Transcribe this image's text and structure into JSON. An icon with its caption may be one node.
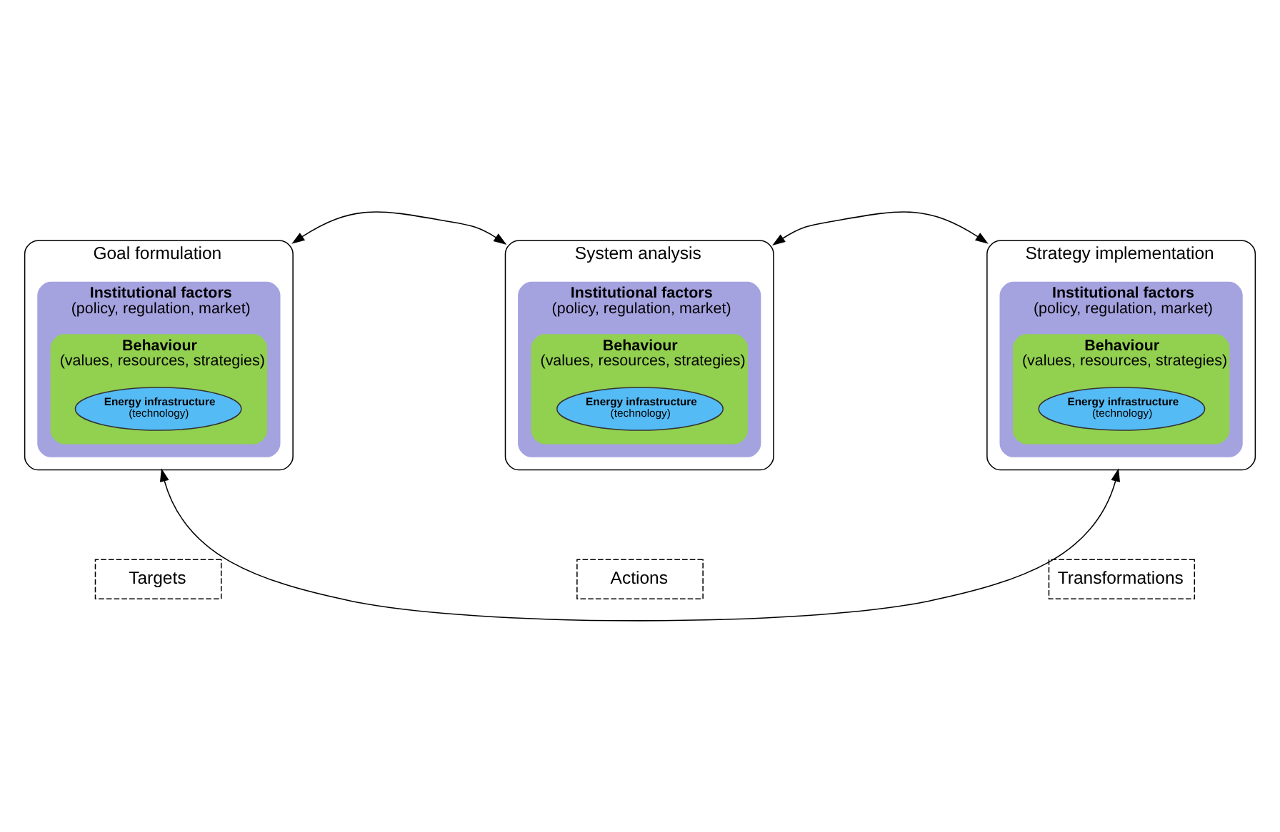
{
  "diagram": {
    "nodes": [
      {
        "text": [
          "Goal formulation"
        ]
      },
      {
        "text": [
          "Institutional factors",
          "(policy, regulation, market)"
        ],
        "in": 0
      },
      {
        "text": [
          "Behaviour",
          "(values, resources, strategies)"
        ],
        "in": 1
      },
      {
        "text": [
          "Energy infrastructure",
          "(technology)"
        ],
        "in": 2
      },
      {
        "text": [
          "System analysis"
        ]
      },
      {
        "text": [
          "Institutional factors",
          "(policy, regulation, market)"
        ],
        "in": 4
      },
      {
        "text": [
          "Behaviour",
          "(values, resources, strategies)"
        ],
        "in": 5
      },
      {
        "text": [
          "Energy infrastructure",
          "(technology)"
        ],
        "in": 6
      },
      {
        "text": [
          "Strategy implementation"
        ]
      },
      {
        "text": [
          "Institutional factors",
          "(policy, regulation, market)"
        ],
        "in": 8
      },
      {
        "text": [
          "Behaviour",
          "(values, resources, strategies)"
        ],
        "in": 9
      },
      {
        "text": [
          "Energy infrastructure",
          "(technology)"
        ],
        "in": 10
      },
      {
        "text": [
          "Targets"
        ]
      },
      {
        "text": [
          "Actions"
        ]
      },
      {
        "text": [
          "Transformations"
        ]
      }
    ],
    "edges": [
      {
        "from": 0,
        "to": 4,
        "arrow": "both"
      },
      {
        "from": 4,
        "to": 8,
        "arrow": "both"
      },
      {
        "from": 0,
        "to": 8,
        "arrow": "both"
      }
    ]
  }
}
